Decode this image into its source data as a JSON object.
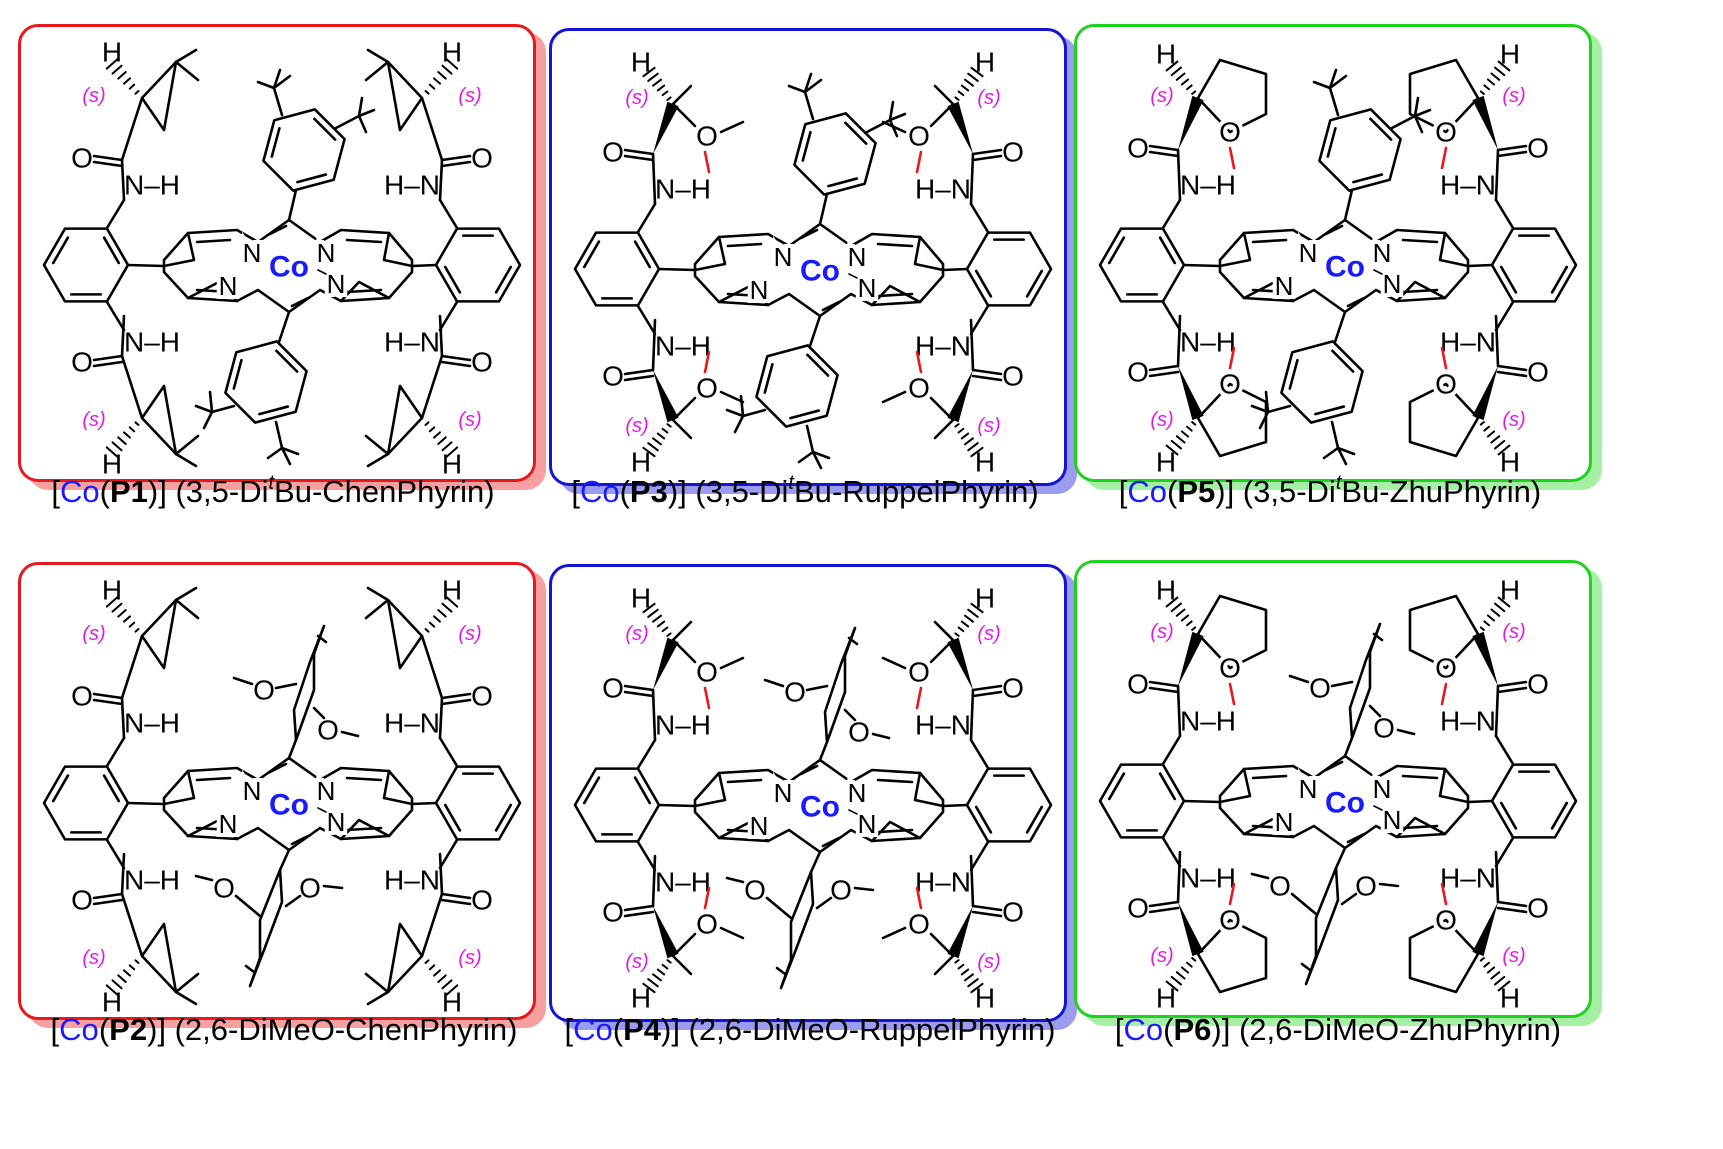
{
  "colors": {
    "chen": "#e8191e",
    "chen_shadow": "#f7a0a0",
    "ruppel": "#1414d2",
    "ruppel_shadow": "#9b9bf0",
    "zhu": "#1fd21f",
    "zhu_shadow": "#a6f0a6",
    "cobalt": "#1a1aff",
    "stereo": "#e619e6",
    "hbond": "#e8191e"
  },
  "atoms": {
    "metal": "Co",
    "n": "N",
    "h": "H",
    "o": "O",
    "nh_left": "N–H",
    "hn_right": "H–N",
    "stereo": "(s)",
    "omethyl_left": "O",
    "omethyl_right": "O"
  },
  "panels": [
    {
      "id": "p1",
      "family": "chen",
      "series": "tBu"
    },
    {
      "id": "p3",
      "family": "ruppel",
      "series": "tBu"
    },
    {
      "id": "p5",
      "family": "zhu",
      "series": "tBu"
    },
    {
      "id": "p2",
      "family": "chen",
      "series": "MeO"
    },
    {
      "id": "p4",
      "family": "ruppel",
      "series": "MeO"
    },
    {
      "id": "p6",
      "family": "zhu",
      "series": "MeO"
    }
  ],
  "captions": {
    "p1": {
      "open": "[",
      "metal": "Co",
      "lp": "(",
      "ligand": "P1",
      "rp": ")]",
      "pre": " (3,5-Di",
      "sup": "t",
      "post": "Bu-ChenPhyrin)"
    },
    "p3": {
      "open": "[",
      "metal": "Co",
      "lp": "(",
      "ligand": "P3",
      "rp": ")]",
      "pre": " (3,5-Di",
      "sup": "t",
      "post": "Bu-RuppelPhyrin)"
    },
    "p5": {
      "open": "[",
      "metal": "Co",
      "lp": "(",
      "ligand": "P5",
      "rp": ")]",
      "pre": " (3,5-Di",
      "sup": "t",
      "post": "Bu-ZhuPhyrin)"
    },
    "p2": {
      "open": "[",
      "metal": "Co",
      "lp": "(",
      "ligand": "P2",
      "rp": ")]",
      "text": " (2,6-DiMeO-ChenPhyrin)"
    },
    "p4": {
      "open": "[",
      "metal": "Co",
      "lp": "(",
      "ligand": "P4",
      "rp": ")]",
      "text": " (2,6-DiMeO-RuppelPhyrin)"
    },
    "p6": {
      "open": "[",
      "metal": "Co",
      "lp": "(",
      "ligand": "P6",
      "rp": ")]",
      "text": " (2,6-DiMeO-ZhuPhyrin)"
    }
  }
}
